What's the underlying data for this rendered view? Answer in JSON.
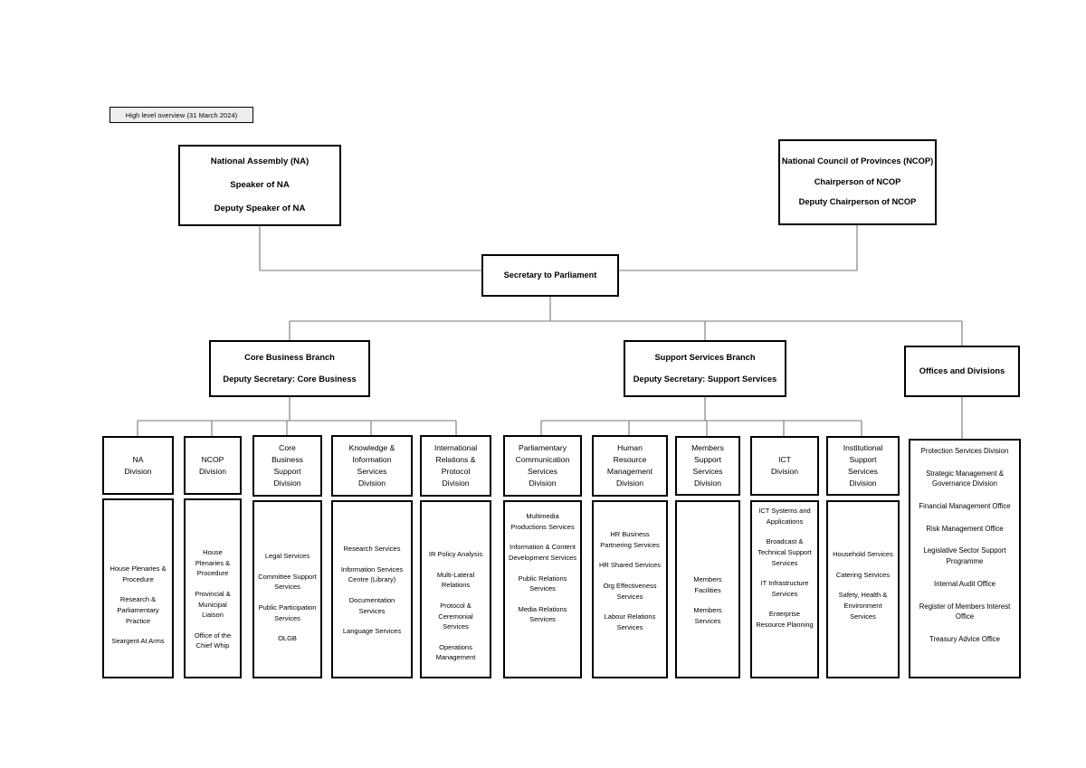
{
  "banner": {
    "label": "High level overview (31 March 2024)"
  },
  "top": {
    "na": {
      "name": "national-assembly",
      "lines": [
        "National Assembly (NA)",
        "Speaker of NA",
        "Deputy Speaker of NA"
      ]
    },
    "ncop": {
      "name": "national-council-of-provinces",
      "lines": [
        "National Council of Provinces (NCOP)",
        "Chairperson of NCOP",
        "Deputy Chairperson of NCOP"
      ]
    },
    "secretary": {
      "name": "secretary-to-parliament",
      "lines": [
        "Secretary to Parliament"
      ]
    }
  },
  "branches": {
    "core": {
      "lines": [
        "Core Business Branch",
        "Deputy Secretary: Core Business"
      ]
    },
    "support": {
      "lines": [
        "Support Services Branch",
        "Deputy Secretary: Support Services"
      ]
    },
    "offices": {
      "lines": [
        "Offices and Divisions"
      ]
    }
  },
  "divisions": [
    {
      "key": "na-division",
      "header": [
        "NA",
        "Division"
      ],
      "units": [
        "House Plenaries & Procedure",
        "Research & Parliamentary Practice",
        "Seargent At Arms"
      ]
    },
    {
      "key": "ncop-division",
      "header": [
        "NCOP",
        "Division"
      ],
      "units": [
        "House Plenaries & Procedure",
        "Provincial & Municipal Liaison",
        "Office of the Chief Whip"
      ]
    },
    {
      "key": "core-business-support-division",
      "header": [
        "Core",
        "Business",
        "Support",
        "Division"
      ],
      "units": [
        "Legal Services",
        "Committee Support Services",
        "Public Participation Services",
        "OLGB"
      ]
    },
    {
      "key": "knowledge-information-services-division",
      "header": [
        "Knowledge &",
        "Information",
        "Services",
        "Division"
      ],
      "units": [
        "Research Services",
        "Information Services Centre (Library)",
        "Documentation Services",
        "Language Services"
      ]
    },
    {
      "key": "international-relations-protocol-division",
      "header": [
        "International",
        "Relations &",
        "Protocol",
        "Division"
      ],
      "units": [
        "IR Policy Analysis",
        "Multi-Lateral Relations",
        "Protocol & Ceremonial Services",
        "Operations Management"
      ]
    },
    {
      "key": "parliamentary-communication-services-division",
      "header": [
        "Parliamentary",
        "Communication",
        "Services",
        "Division"
      ],
      "units": [
        "Multimedia Productions Services",
        "Information & Content Development Services",
        "Public Relations Services",
        "Media Relations Services"
      ]
    },
    {
      "key": "human-resource-management-division",
      "header": [
        "Human",
        "Resource",
        "Management",
        "Division"
      ],
      "units": [
        "HR Business Partnering Services",
        "HR Shared Services",
        "Org Effectiveness Services",
        "Labour Relations Services"
      ]
    },
    {
      "key": "members-support-services-division",
      "header": [
        "Members",
        "Support",
        "Services",
        "Division"
      ],
      "units": [
        "Members Facilities",
        "Members Services"
      ]
    },
    {
      "key": "ict-division",
      "header": [
        "ICT",
        "Division"
      ],
      "units": [
        "ICT Systems and Applications",
        "Broadcast & Technical Support Services",
        "IT Infrastructure Services",
        "Enterprise Resource Planning"
      ]
    },
    {
      "key": "institutional-support-services-division",
      "header": [
        "Institutional",
        "Support",
        "Services",
        "Division"
      ],
      "units": [
        "Household Services",
        "Catering Services",
        "Safety, Health & Environment Services"
      ]
    }
  ],
  "offices_column": {
    "key": "offices-and-divisions-column",
    "units": [
      "Protection Services Division",
      "Strategic Management & Governance Division",
      "Financial Management Office",
      "Risk Management Office",
      "Legislative Sector Support Programme",
      "Internal Audit Office",
      "Register of Members Interest Office",
      "Treasury Advice Office"
    ]
  }
}
